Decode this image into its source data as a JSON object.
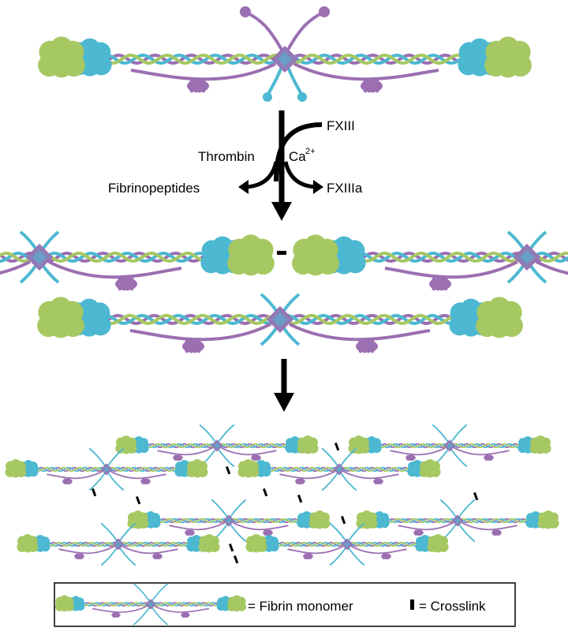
{
  "labels": {
    "fxiii": "FXIII",
    "thrombin": "Thrombin",
    "ca": "Ca",
    "ca_sup": "2+",
    "fibrinopeptides": "Fibrinopeptides",
    "fxiiia": "FXIIIa"
  },
  "legend": {
    "monomer": "= Fibrin monomer",
    "crosslink": "= Crosslink"
  },
  "colors": {
    "purple": "#9b6fb2",
    "blue": "#4cb8d1",
    "green": "#a6c862",
    "center": "#8a80b8",
    "black": "#000000"
  }
}
